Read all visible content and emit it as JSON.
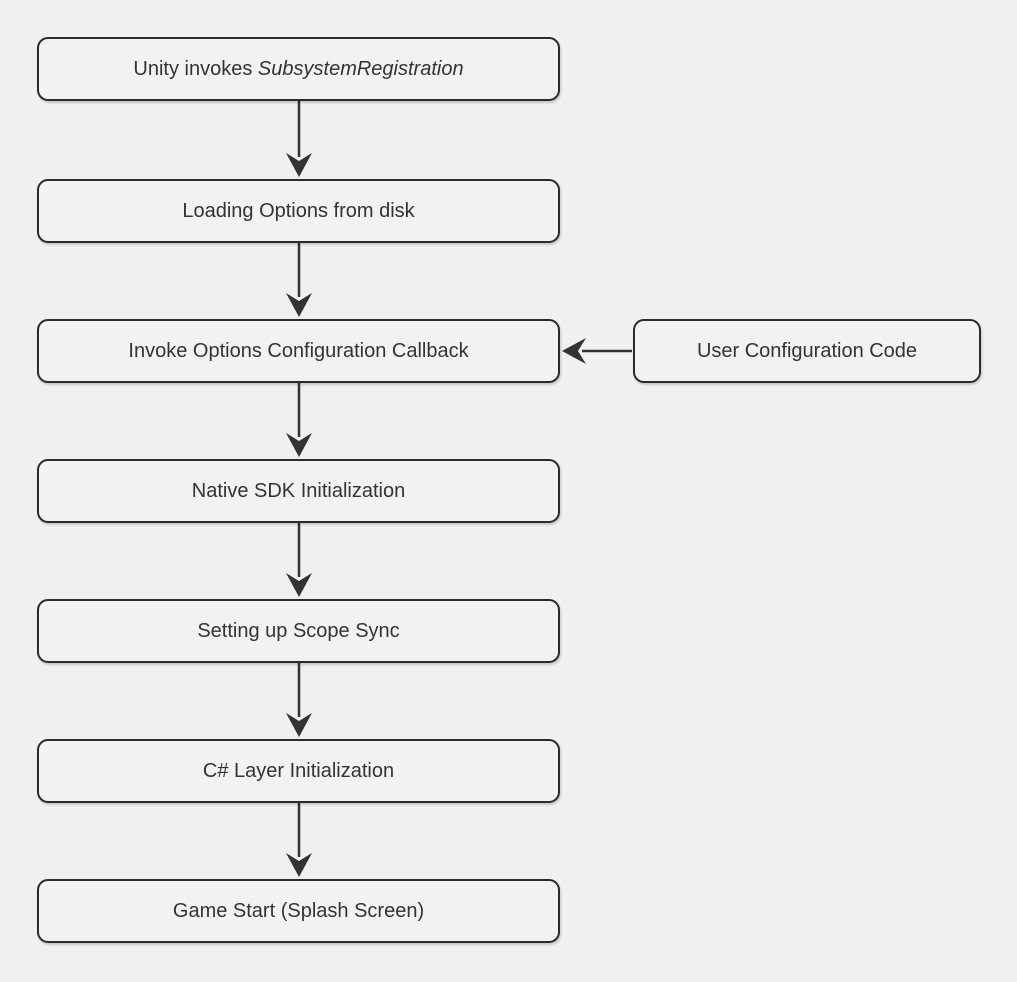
{
  "diagram": {
    "type": "flowchart",
    "direction": "top-down",
    "colors": {
      "background": "#f0f0f0",
      "node_fill": "#f2f2f2",
      "node_border": "#2b2b2b",
      "arrow": "#333333",
      "text": "#333333"
    },
    "nodes": [
      {
        "id": "unity-invokes",
        "label_prefix": "Unity invokes ",
        "label_italic": "SubsystemRegistration"
      },
      {
        "id": "loading-options",
        "label": "Loading Options from disk"
      },
      {
        "id": "invoke-callback",
        "label": "Invoke Options Configuration Callback"
      },
      {
        "id": "user-config",
        "label": "User Configuration Code"
      },
      {
        "id": "native-sdk-init",
        "label": "Native SDK Initialization"
      },
      {
        "id": "scope-sync",
        "label": "Setting up Scope Sync"
      },
      {
        "id": "csharp-init",
        "label": "C# Layer Initialization"
      },
      {
        "id": "game-start",
        "label": "Game Start (Splash Screen)"
      }
    ],
    "edges": [
      {
        "from": "Unity invokes SubsystemRegistration",
        "to": "Loading Options from disk"
      },
      {
        "from": "Loading Options from disk",
        "to": "Invoke Options Configuration Callback"
      },
      {
        "from": "User Configuration Code",
        "to": "Invoke Options Configuration Callback"
      },
      {
        "from": "Invoke Options Configuration Callback",
        "to": "Native SDK Initialization"
      },
      {
        "from": "Native SDK Initialization",
        "to": "Setting up Scope Sync"
      },
      {
        "from": "Setting up Scope Sync",
        "to": "C# Layer Initialization"
      },
      {
        "from": "C# Layer Initialization",
        "to": "Game Start (Splash Screen)"
      }
    ]
  }
}
